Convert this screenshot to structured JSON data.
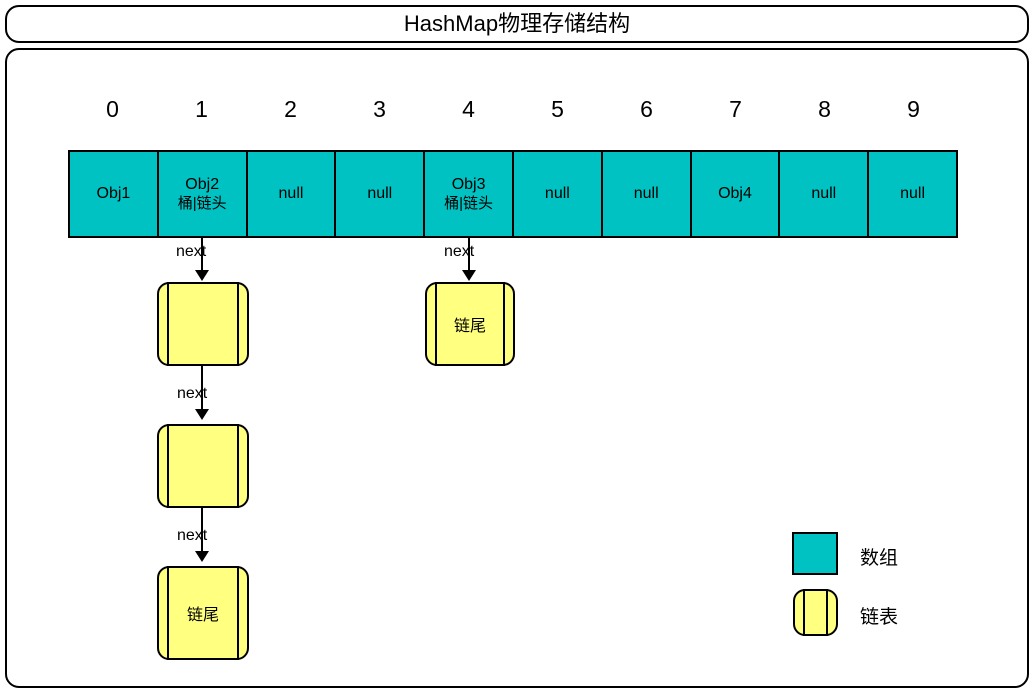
{
  "diagram": {
    "title": "HashMap物理存储结构",
    "colors": {
      "array_fill": "#00c2c2",
      "list_fill": "#ffff80",
      "stroke": "#000000",
      "background": "#ffffff"
    }
  },
  "array": {
    "indices": [
      "0",
      "1",
      "2",
      "3",
      "4",
      "5",
      "6",
      "7",
      "8",
      "9"
    ],
    "cells": [
      {
        "main": "Obj1",
        "sub": ""
      },
      {
        "main": "Obj2",
        "sub": "桶|链头"
      },
      {
        "main": "null",
        "sub": ""
      },
      {
        "main": "null",
        "sub": ""
      },
      {
        "main": "Obj3",
        "sub": "桶|链头"
      },
      {
        "main": "null",
        "sub": ""
      },
      {
        "main": "null",
        "sub": ""
      },
      {
        "main": "Obj4",
        "sub": ""
      },
      {
        "main": "null",
        "sub": ""
      },
      {
        "main": "null",
        "sub": ""
      }
    ]
  },
  "chains": {
    "bucket1": {
      "edge_label_1": "next",
      "node_1": "",
      "edge_label_2": "next",
      "node_2": "",
      "edge_label_3": "next",
      "node_3": "链尾"
    },
    "bucket4": {
      "edge_label_1": "next",
      "node_1": "链尾"
    }
  },
  "legend": {
    "items": [
      {
        "label": "数组",
        "swatch": "array-square-swatch"
      },
      {
        "label": "链表",
        "swatch": "list-node-swatch"
      }
    ]
  }
}
